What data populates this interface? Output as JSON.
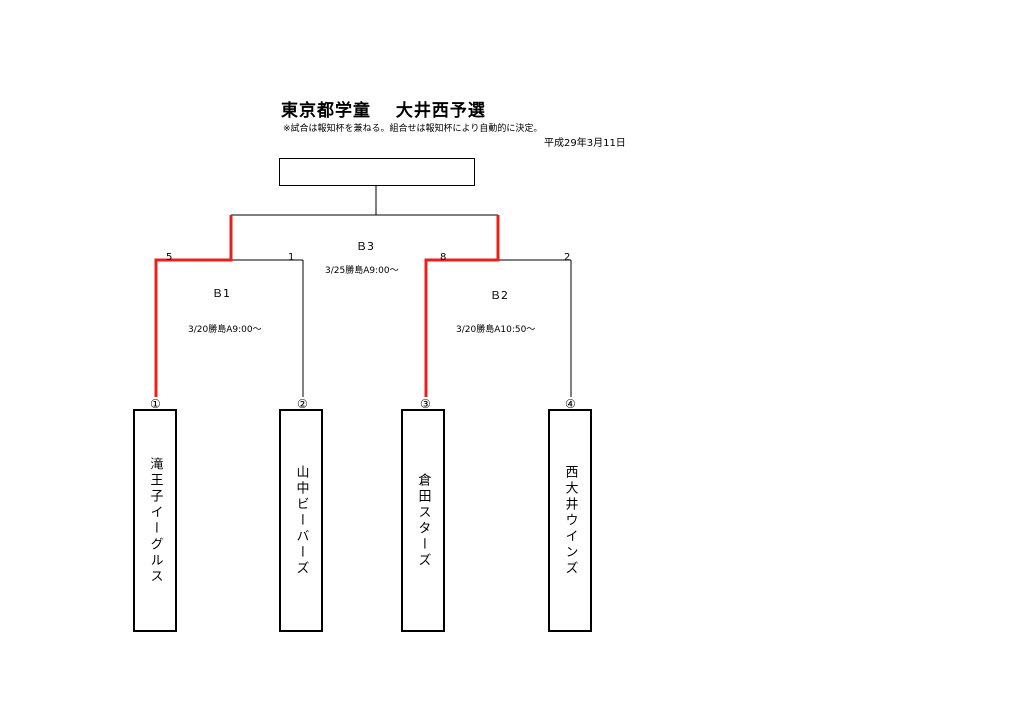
{
  "header": {
    "title": "東京都学童　 大井西予選",
    "note": "※試合は報知杯を兼ねる。組合せは報知杯により自動的に決定。",
    "date": "平成29年3月11日"
  },
  "matches": {
    "b1": {
      "name": "Ｂ1",
      "time": "3/20勝島A9:00～",
      "score_left": "5",
      "score_right": "1"
    },
    "b2": {
      "name": "Ｂ2",
      "time": "3/20勝島A10:50～",
      "score_left": "8",
      "score_right": "2"
    },
    "b3": {
      "name": "Ｂ3",
      "time": "3/25勝島A9:00～"
    }
  },
  "teams": [
    {
      "seed": "①",
      "name": "滝王子イーグルス"
    },
    {
      "seed": "②",
      "name": "山中ビーバーズ"
    },
    {
      "seed": "③",
      "name": "倉田スターズ"
    },
    {
      "seed": "④",
      "name": "西大井ウインズ"
    }
  ],
  "colors": {
    "winner_line": "#e8211b",
    "line": "#000000"
  }
}
